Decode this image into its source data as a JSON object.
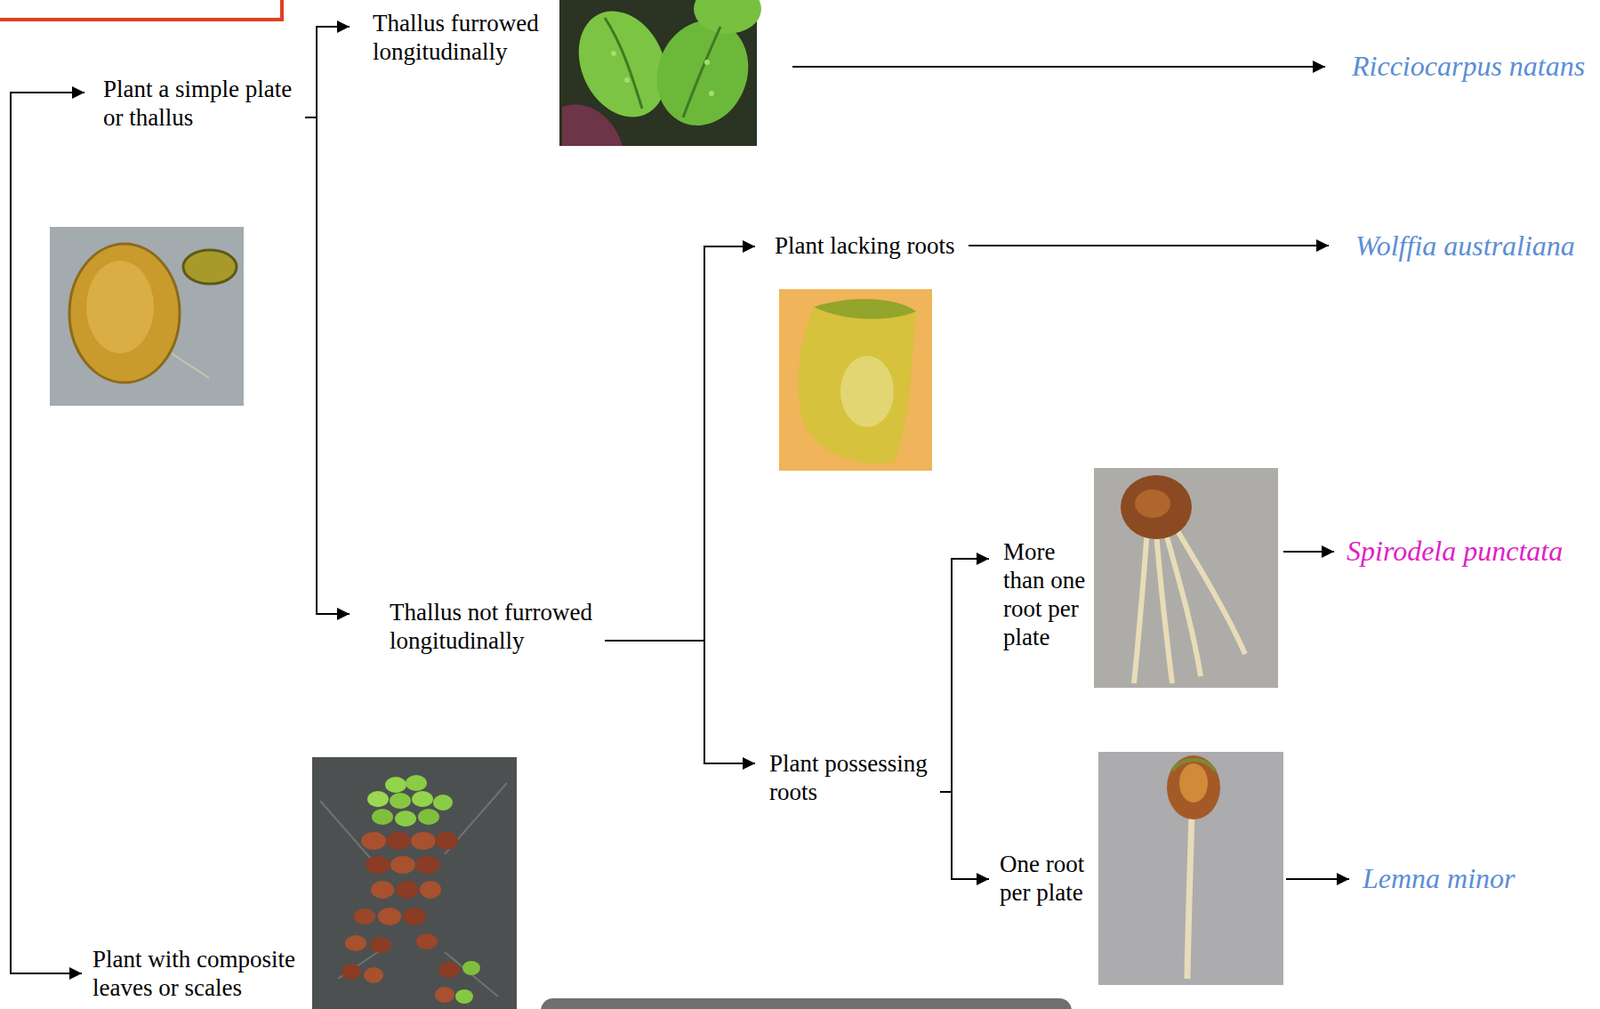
{
  "diagram": {
    "nodes": [
      {
        "text": [
          "Plant a simple plate or thallus"
        ]
      },
      {
        "text": [
          "Thallus furrowed longitudinally"
        ]
      },
      {
        "text": [
          "Ricciocarpus natans"
        ]
      },
      {
        "text": [
          "Plant lacking roots"
        ]
      },
      {
        "text": [
          "Wolffia australiana"
        ]
      },
      {
        "text": [
          "Thallus not furrowed longitudinally"
        ]
      },
      {
        "text": [
          "More than one root per plate"
        ]
      },
      {
        "text": [
          "Spirodela punctata"
        ]
      },
      {
        "text": [
          "Plant possessing roots"
        ]
      },
      {
        "text": [
          "One root per plate"
        ]
      },
      {
        "text": [
          "Lemna minor"
        ]
      },
      {
        "text": [
          "Plant with composite leaves or scales"
        ]
      }
    ],
    "edges": [
      {
        "from": 0,
        "to": 1,
        "arrow": "to"
      },
      {
        "from": 0,
        "to": 5,
        "arrow": "to"
      },
      {
        "from": 1,
        "to": 2,
        "arrow": "to"
      },
      {
        "from": 5,
        "to": 3,
        "arrow": "to"
      },
      {
        "from": 5,
        "to": 8,
        "arrow": "to"
      },
      {
        "from": 3,
        "to": 4,
        "arrow": "to"
      },
      {
        "from": 8,
        "to": 6,
        "arrow": "to"
      },
      {
        "from": 8,
        "to": 9,
        "arrow": "to"
      },
      {
        "from": 6,
        "to": 7,
        "arrow": "to"
      },
      {
        "from": 9,
        "to": 10,
        "arrow": "to"
      }
    ]
  }
}
